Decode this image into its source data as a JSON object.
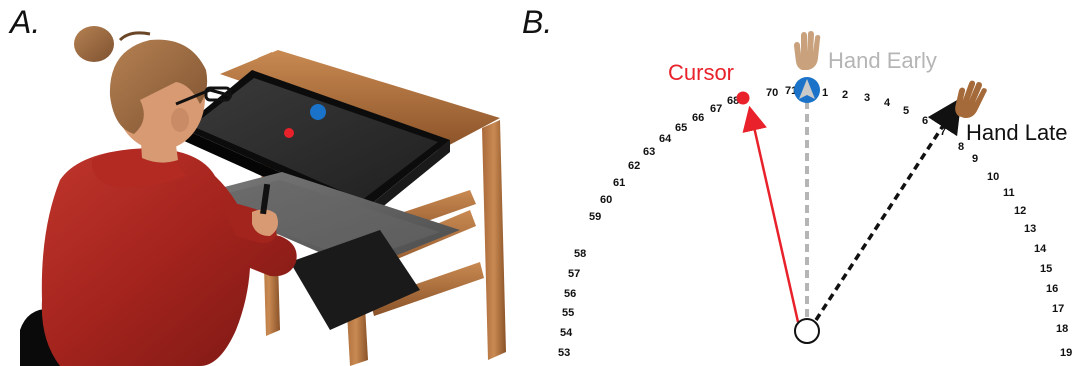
{
  "panel_a": {
    "label": "A."
  },
  "panel_b": {
    "label": "B.",
    "labels": {
      "cursor": "Cursor",
      "hand_early": "Hand Early",
      "hand_late": "Hand Late"
    },
    "right_numbers": [
      "1",
      "2",
      "3",
      "4",
      "5",
      "6",
      "7",
      "8",
      "9",
      "10",
      "11",
      "12",
      "13",
      "14",
      "15",
      "16",
      "17",
      "18",
      "19"
    ],
    "left_numbers": [
      "71",
      "70",
      "68",
      "67",
      "66",
      "65",
      "64",
      "63",
      "62",
      "61",
      "60",
      "59",
      "58",
      "57",
      "56",
      "55",
      "54",
      "53"
    ],
    "colors": {
      "cursor": "#e8212a",
      "target": "#1a73c9",
      "hand_early": "#b5b5b5",
      "hand_late": "#111111",
      "hand_skin_light": "#c9a27d",
      "hand_skin_dark": "#a56a3a"
    },
    "icons": {
      "hand_early": "hand-icon",
      "hand_late": "hand-icon",
      "target": "target-arrow-icon"
    }
  }
}
